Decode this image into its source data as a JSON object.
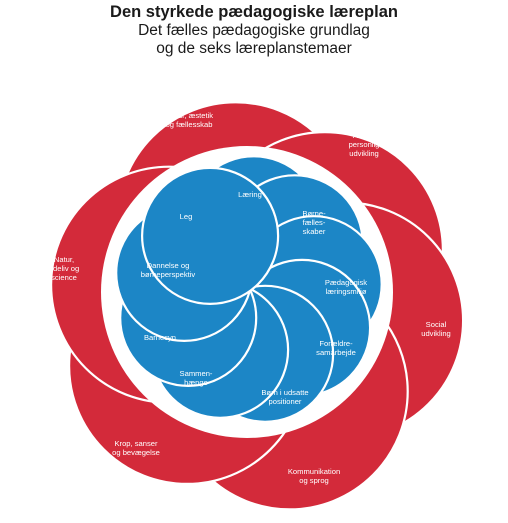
{
  "header": {
    "title": "Den styrkede pædagogiske læreplan",
    "subtitle_line1": "Det fælles pædagogiske grundlag",
    "subtitle_line2": "og de seks læreplanstemaer"
  },
  "colors": {
    "outer_red": "#d32a3a",
    "outer_stroke": "#ffffff",
    "inner_blue": "#1c86c6",
    "inner_stroke": "#ffffff",
    "ring": "#ffffff"
  },
  "outer_themes": [
    [
      "Kultur, æstetik",
      "og fællesskab"
    ],
    [
      "Alsidig",
      "personlig",
      "udvikling"
    ],
    [
      "Social",
      "udvikling"
    ],
    [
      "Kommunikation",
      "og sprog"
    ],
    [
      "Krop, sanser",
      "og bevægelse"
    ],
    [
      "Natur,",
      "udeliv og",
      "science"
    ]
  ],
  "inner_elements": [
    [
      "Læring"
    ],
    [
      "Børne-",
      "fælles-",
      "skaber"
    ],
    [
      "Pædagogisk",
      "læringsmiljø"
    ],
    [
      "Forældre-",
      "samarbejde"
    ],
    [
      "Børn i udsatte",
      "positioner"
    ],
    [
      "Sammen-",
      "hænge"
    ],
    [
      "Barnesyn"
    ],
    [
      "Dannelse og",
      "børneperspektiv"
    ],
    [
      "Leg"
    ]
  ]
}
